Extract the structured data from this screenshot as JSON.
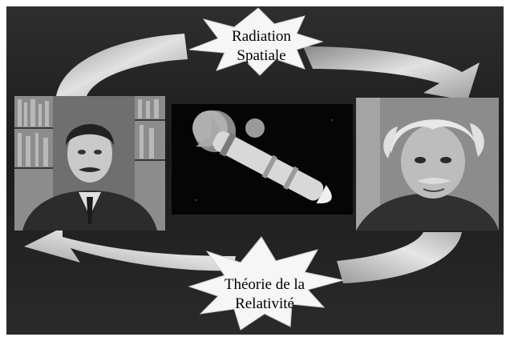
{
  "top_starburst": {
    "line1": "Radiation",
    "line2": "Spatiale"
  },
  "bottom_starburst": {
    "line1": "Théorie de la",
    "line2": "Relativité"
  },
  "images": {
    "left": {
      "icon": "young-einstein-photo"
    },
    "center": {
      "icon": "rocket-and-planet-image"
    },
    "right": {
      "icon": "old-einstein-photo"
    }
  },
  "colors": {
    "background": "#242424",
    "arrow_fill": "#d2d2d2",
    "burst_fill": "#f6f6f6"
  }
}
